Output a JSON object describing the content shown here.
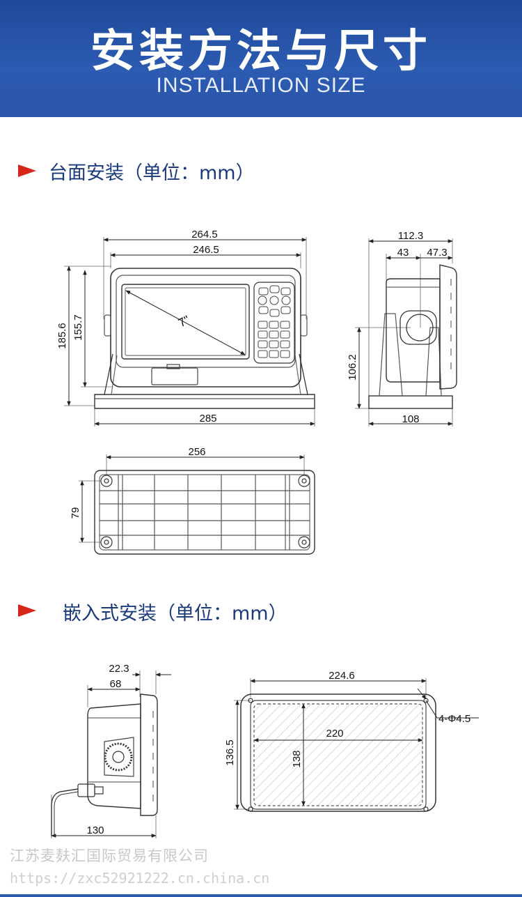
{
  "header": {
    "title": "安装方法与尺寸",
    "subtitle": "INSTALLATION SIZE"
  },
  "sections": [
    {
      "title": "台面安装（单位：mm）"
    },
    {
      "title": "嵌入式安装（单位：mm）"
    }
  ],
  "desk_front": {
    "w_top": "264.5",
    "w_inner": "246.5",
    "h_total": "185.6",
    "h_body": "155.7",
    "screen": "7\"",
    "w_base": "285"
  },
  "desk_side": {
    "depth_total": "112.3",
    "depth_a": "43",
    "depth_b": "47.3",
    "h_pivot": "106.2",
    "w_base": "108"
  },
  "desk_bottom": {
    "hole_span": "256",
    "hole_pitch": "79"
  },
  "flush_side": {
    "w_front": "22.3",
    "w_body": "68",
    "w_total": "130"
  },
  "flush_front": {
    "w_outer": "224.6",
    "w_cut": "220",
    "h_outer": "136.5",
    "h_cut": "138",
    "holes": "4-Φ4.5"
  },
  "watermark": {
    "company": "江苏麦麸汇国际贸易有限公司",
    "url": "https://zxc52921222.cn.china.cn"
  },
  "colors": {
    "banner": "#2c5bb2",
    "accent": "#d9261c",
    "section_text": "#1a3a7c"
  }
}
